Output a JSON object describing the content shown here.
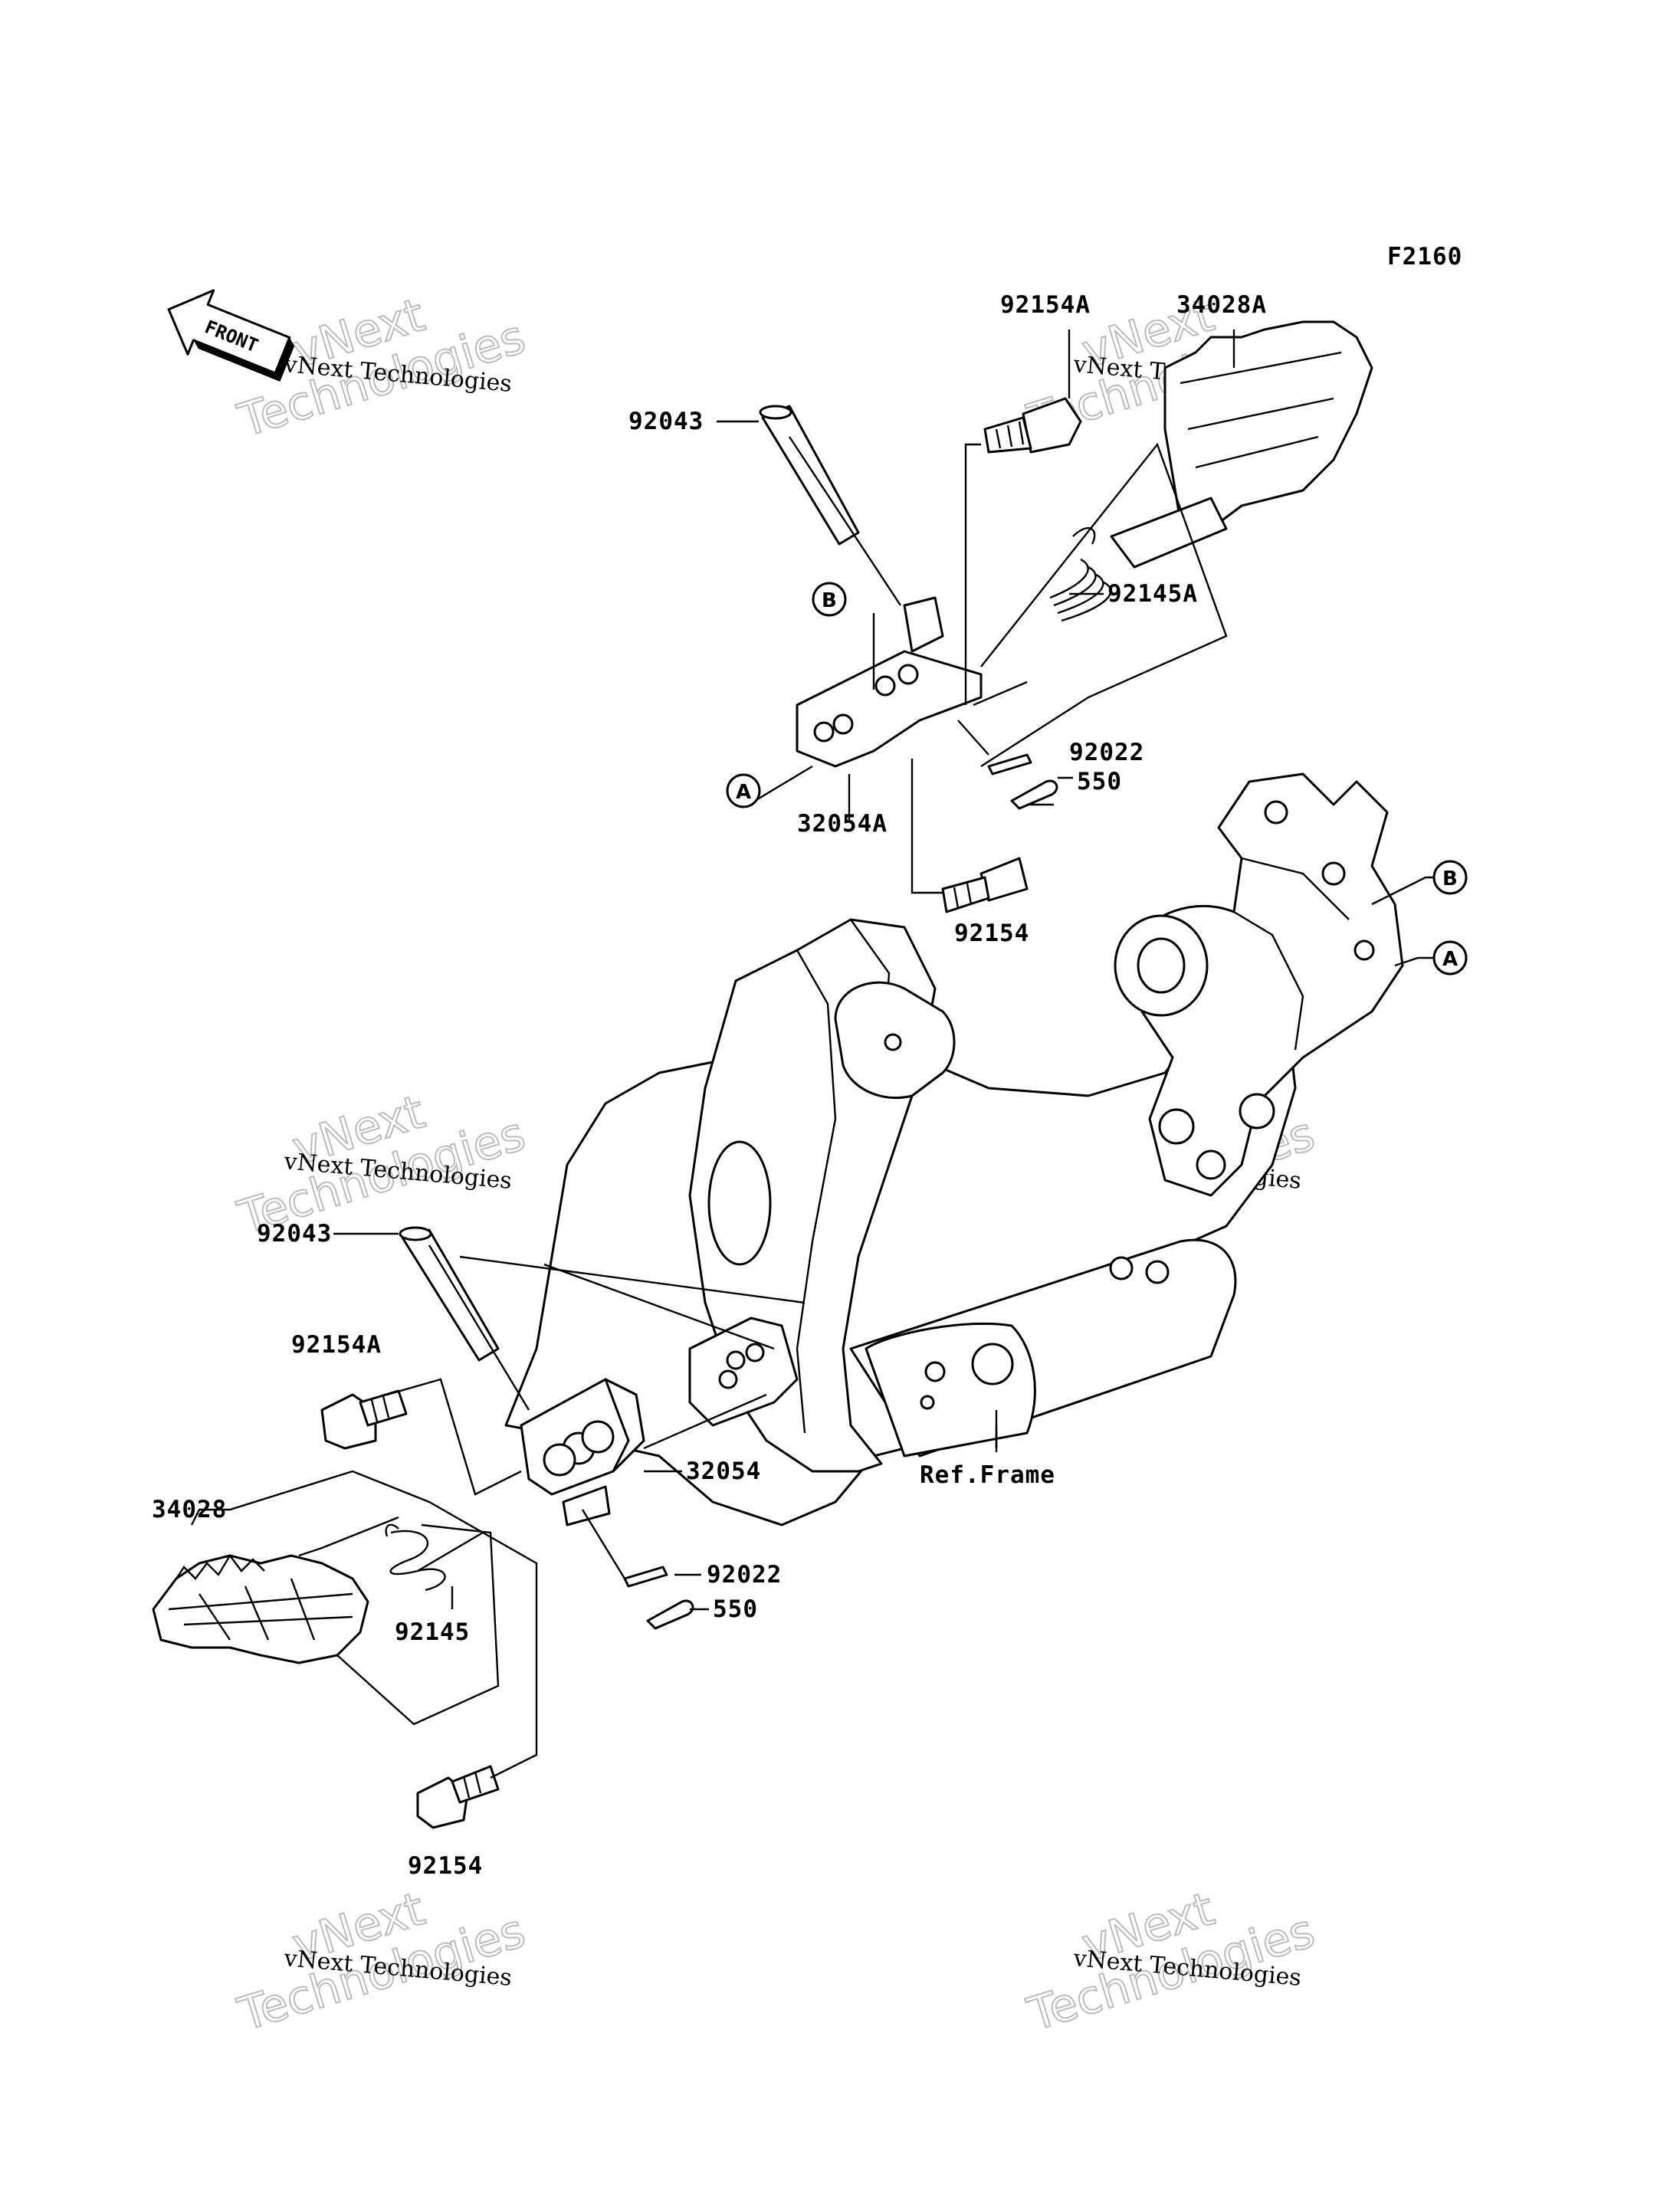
{
  "figure_code": "F2160",
  "front_label": "FRONT",
  "ref_circle_a": "A",
  "ref_circle_b": "B",
  "watermark": {
    "line1": "vNext Technologies",
    "line2": "vNext",
    "line3": "Technologies"
  },
  "parts": {
    "p92154A_top": "92154A",
    "p34028A": "34028A",
    "p92043_top": "92043",
    "p92145A": "92145A",
    "p92022_top": "92022",
    "p550_top": "550",
    "p32054A": "32054A",
    "p92154_top": "92154",
    "ref_frame": "Ref.Frame",
    "p92043_bottom": "92043",
    "p92154A_bottom": "92154A",
    "p32054": "32054",
    "p34028": "34028",
    "p92022_bottom": "92022",
    "p550_bottom": "550",
    "p92145": "92145",
    "p92154_bottom": "92154"
  }
}
